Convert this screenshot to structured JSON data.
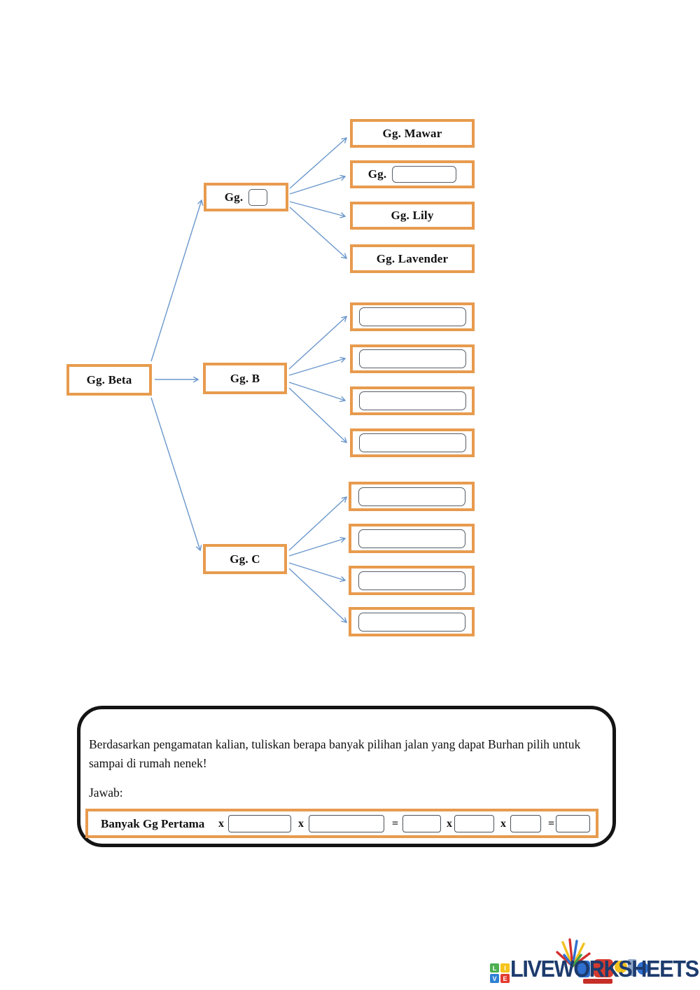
{
  "colors": {
    "box_border_orange": "#E79B4E",
    "arrow_blue": "#6A97CC",
    "panel_border_black": "#141414",
    "logo_navy": "#1D3B6D"
  },
  "diagram": {
    "root": {
      "label": "Gg. Beta"
    },
    "branch_a": {
      "label": "Gg.",
      "input_value": "",
      "leaves": [
        {
          "label": "Gg. Mawar"
        },
        {
          "label": "Gg.",
          "input_value": ""
        },
        {
          "label": "Gg. Lily"
        },
        {
          "label": "Gg. Lavender"
        }
      ]
    },
    "branch_b": {
      "label": "Gg. B",
      "leaves": [
        {
          "input_value": ""
        },
        {
          "input_value": ""
        },
        {
          "input_value": ""
        },
        {
          "input_value": ""
        }
      ]
    },
    "branch_c": {
      "label": "Gg. C",
      "leaves": [
        {
          "input_value": ""
        },
        {
          "input_value": ""
        },
        {
          "input_value": ""
        },
        {
          "input_value": ""
        }
      ]
    }
  },
  "panel": {
    "question": "Berdasarkan pengamatan kalian, tuliskan berapa banyak pilihan jalan yang dapat Burhan pilih untuk sampai di rumah nenek!",
    "answer_label": "Jawab:",
    "formula": {
      "lead_label": "Banyak Gg Pertama",
      "operators": [
        "x",
        "x",
        "=",
        "x",
        "x",
        "="
      ],
      "inputs": [
        "",
        "",
        "",
        "",
        "",
        ""
      ]
    }
  },
  "footer": {
    "logo_text": "LIVEWORKSHEETS",
    "logo_tiles": [
      {
        "letter": "L",
        "color": "#4CAF50"
      },
      {
        "letter": "I",
        "color": "#F6C31C"
      },
      {
        "letter": "V",
        "color": "#2F80D4"
      },
      {
        "letter": "E",
        "color": "#E23B2E"
      }
    ]
  }
}
